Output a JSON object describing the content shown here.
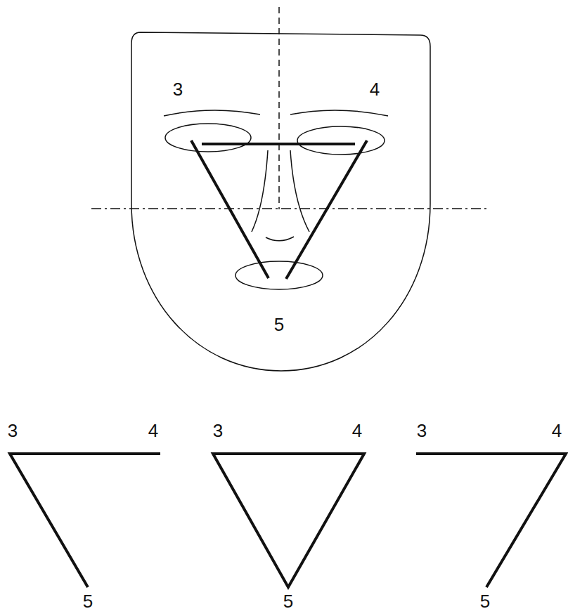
{
  "diagram": {
    "labels": [
      "3",
      "4",
      "5",
      "3",
      "4",
      "5",
      "3",
      "4",
      "5",
      "3",
      "4",
      "5"
    ]
  }
}
